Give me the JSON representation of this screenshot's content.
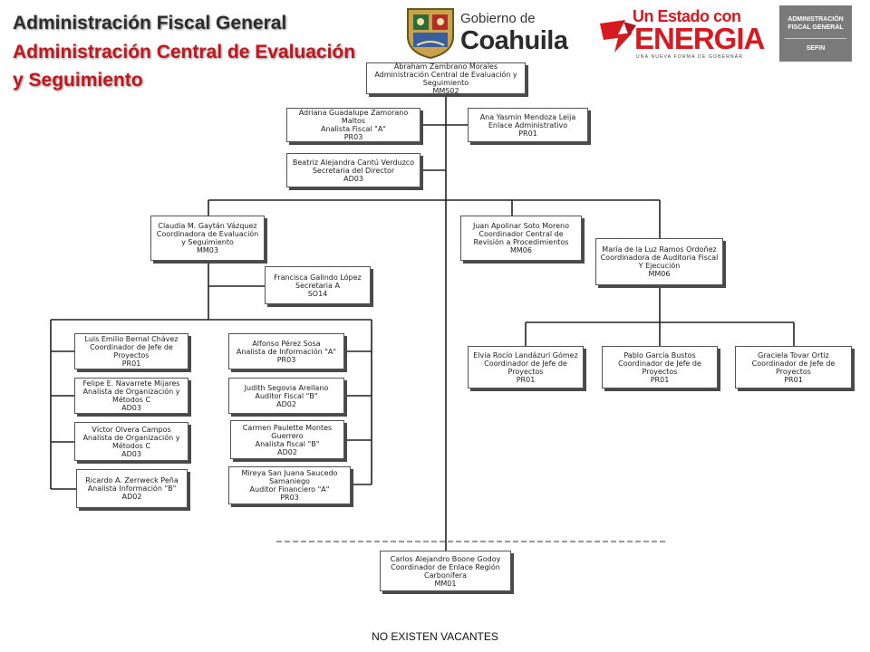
{
  "header": {
    "title_line1": "Administración Fiscal General",
    "title_line2": "Administración Central de Evaluación",
    "title_line3": "y Seguimiento"
  },
  "logos": {
    "gobierno_l1": "Gobierno de",
    "gobierno_l2": "Coahuila",
    "estado_l1": "Un Estado con",
    "estado_l2": "ENERGIA",
    "estado_l3": "UNA NUEVA FORMA DE GOBERNAR",
    "afg_l1": "ADMINISTRACIÓN",
    "afg_l2": "FISCAL GENERAL",
    "afg_l3": "SEFIN"
  },
  "colors": {
    "title_dark": "#2c2c2c",
    "title_red": "#c4161c",
    "energia_red": "#d71920",
    "afg_gray": "#7a7a7a"
  },
  "nodes": {
    "director": {
      "name": "Abraham Zambrano Morales",
      "role": "Administración Central de Evaluación y Seguimiento",
      "code": "MMS02"
    },
    "analista_fiscal_a": {
      "name": "Adriana Guadalupe Zamorano Maltos",
      "role": "Analista Fiscal \"A\"",
      "code": "PR03"
    },
    "enlace_admin": {
      "name": "Ana Yasmin Mendoza Leija",
      "role": "Enlace Administrativo",
      "code": "PR01"
    },
    "secretaria_director": {
      "name": "Beatriz Alejandra Cantú Verduzco",
      "role": "Secretaria del Director",
      "code": "AD03"
    },
    "coord_evaluacion": {
      "name": "Claudia M. Gaytán Vázquez",
      "role": "Coordinadora de Evaluación y Seguimiento",
      "code": "MM03"
    },
    "secretaria_a": {
      "name": "Francisca Galindo López",
      "role": "Secretaria A",
      "code": "SO14"
    },
    "coord_revision": {
      "name": "Juan Apolinar Soto Moreno",
      "role": "Coordinador Central de Revisión a Procedimientos",
      "code": "MM06"
    },
    "coord_auditoria": {
      "name": "María de la Luz Ramos Ordoñez",
      "role": "Coordinadora de Auditoria Fiscal Y Ejecución",
      "code": "MM06"
    },
    "luis": {
      "name": "Luis Emilio Bernal Chávez",
      "role": "Coordinador de Jefe de Proyectos",
      "code": "PR01"
    },
    "felipe": {
      "name": "Felipe E. Navarrete Mijares",
      "role": "Analista de Organización y Métodos C",
      "code": "AD03"
    },
    "victor": {
      "name": "Víctor Olvera Campos",
      "role": "Analista de Organización y Métodos C",
      "code": "AD03"
    },
    "ricardo": {
      "name": "Ricardo A. Zerrweck Peña",
      "role": "Analista Información \"B\"",
      "code": "AD02"
    },
    "alfonso": {
      "name": "Alfonso Pérez Sosa",
      "role": "Analista de Información \"A\"",
      "code": "PR03"
    },
    "judith": {
      "name": "Judith Segovia Arellano",
      "role": "Auditor Fiscal \"B\"",
      "code": "AD02"
    },
    "carmen": {
      "name": "Carmen Paulette Montes Guerrero",
      "role": "Analista fiscal \"B\"",
      "code": "AD02"
    },
    "mireya": {
      "name": "Mireya San Juana Saucedo Samaniego",
      "role": "Auditor Financiero \"A\"",
      "code": "PR03"
    },
    "elvia": {
      "name": "Elvia Rocío Landázuri Gómez",
      "role": "Coordinador de Jefe de Proyectos",
      "code": "PR01"
    },
    "pablo": {
      "name": "Pablo García Bustos",
      "role": "Coordinador de Jefe de Proyectos",
      "code": "PR01"
    },
    "graciela": {
      "name": "Graciela Tovar Ortiz",
      "role": "Coordinador de Jefe de Proyectos",
      "code": "PR01"
    },
    "carlos": {
      "name": "Carlos Alejandro Boone Godoy",
      "role": "Coordinador de Enlace Región Carbonífera",
      "code": "MM01"
    }
  },
  "footer": {
    "text": "NO EXISTEN VACANTES"
  }
}
